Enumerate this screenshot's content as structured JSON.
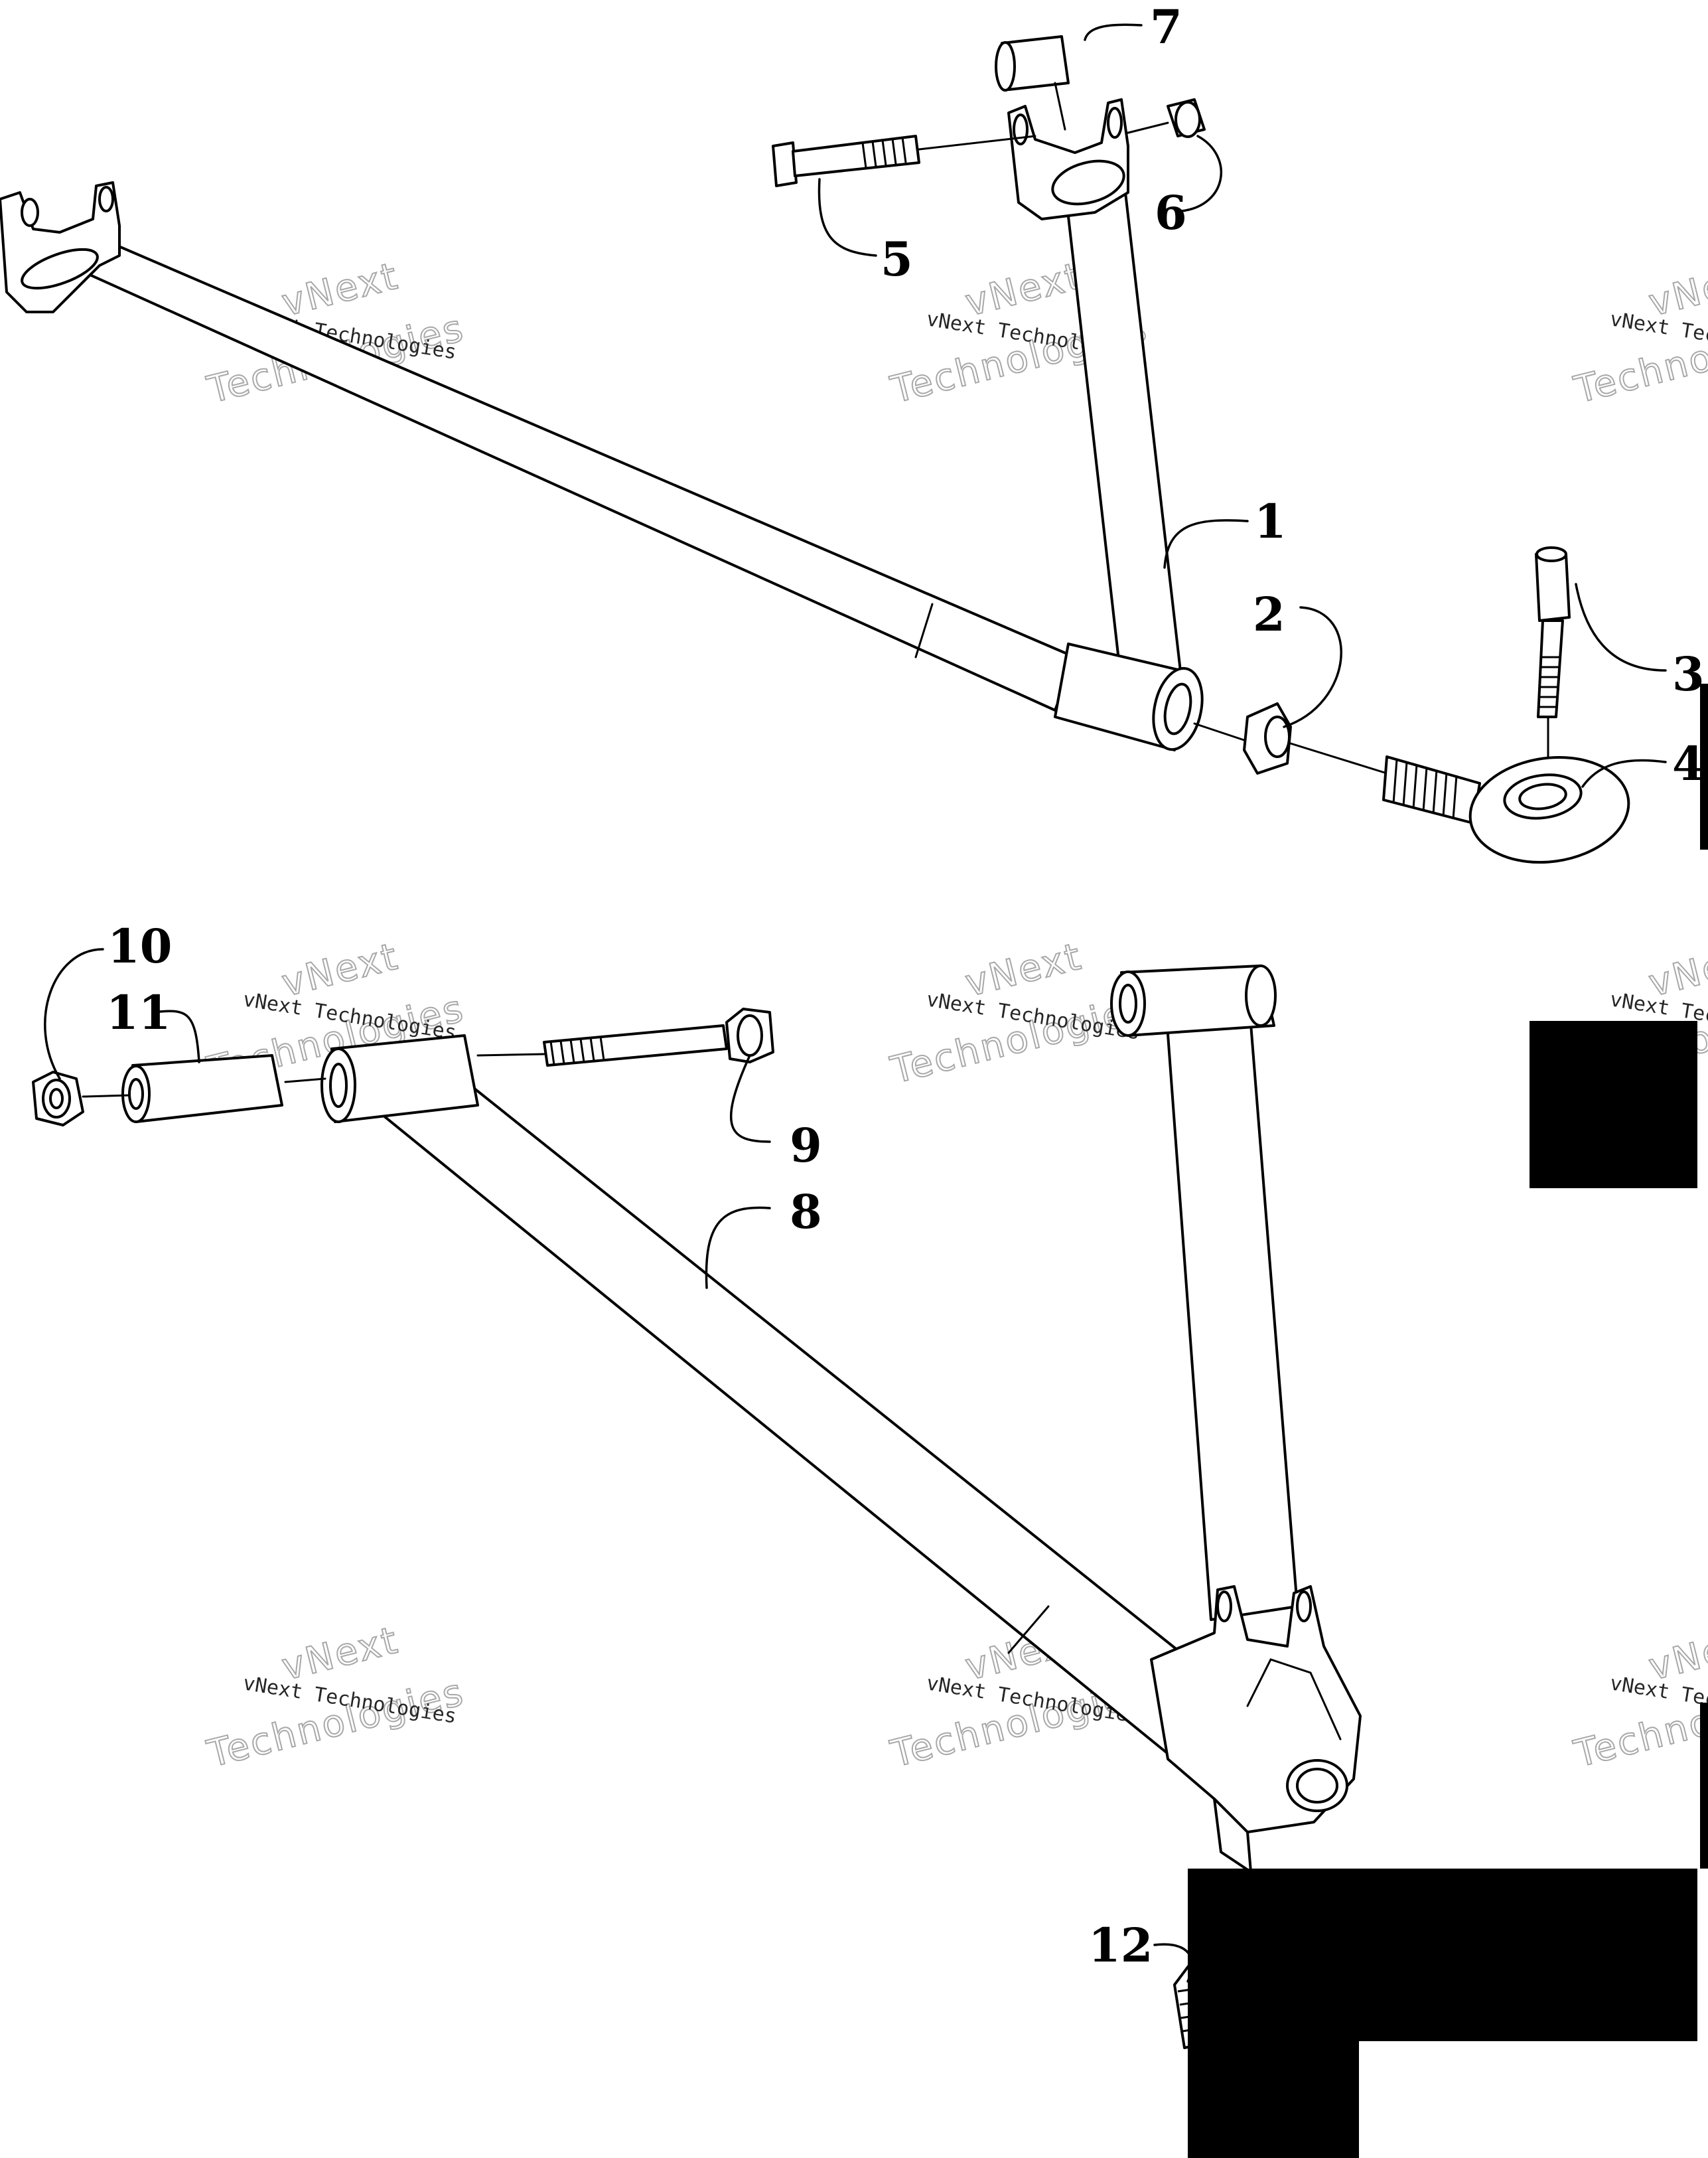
{
  "diagram": {
    "callouts": [
      "1",
      "2",
      "3",
      "4",
      "5",
      "6",
      "7",
      "8",
      "9",
      "10",
      "11",
      "12"
    ],
    "watermark": {
      "line1": "vNext Technologies",
      "line2": "vNext",
      "line3": "Technologies"
    }
  }
}
